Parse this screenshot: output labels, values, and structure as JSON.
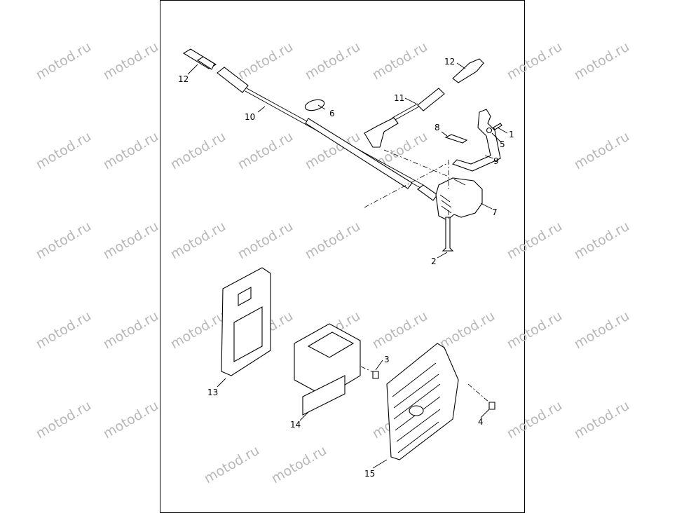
{
  "watermark": "motod.ru",
  "parts": [
    {
      "id": "p1",
      "number": "1"
    },
    {
      "id": "p2",
      "number": "2"
    },
    {
      "id": "p3",
      "number": "3"
    },
    {
      "id": "p4",
      "number": "4"
    },
    {
      "id": "p5",
      "number": "5"
    },
    {
      "id": "p6",
      "number": "6"
    },
    {
      "id": "p7",
      "number": "7"
    },
    {
      "id": "p8",
      "number": "8"
    },
    {
      "id": "p9",
      "number": "9"
    },
    {
      "id": "p10",
      "number": "10"
    },
    {
      "id": "p11",
      "number": "11"
    },
    {
      "id": "p12a",
      "number": "12"
    },
    {
      "id": "p12b",
      "number": "12"
    },
    {
      "id": "p13",
      "number": "13"
    },
    {
      "id": "p14",
      "number": "14"
    },
    {
      "id": "p15",
      "number": "15"
    }
  ]
}
